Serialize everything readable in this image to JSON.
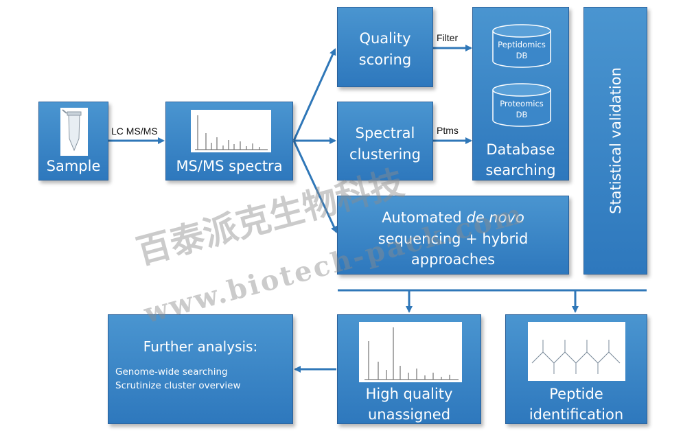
{
  "nodes": {
    "sample": "Sample",
    "msms": "MS/MS spectra",
    "quality_1": "Quality",
    "quality_2": "scoring",
    "spectral_1": "Spectral",
    "spectral_2": "clustering",
    "db_1": "Database",
    "db_2": "searching",
    "cyl_pep_1": "Peptidomics",
    "cyl_pep_2": "DB",
    "cyl_prot_1": "Proteomics",
    "cyl_prot_2": "DB",
    "statistical": "Statistical validation",
    "auto_1a": "Automated ",
    "auto_1b": "de novo",
    "auto_2": "sequencing + hybrid",
    "auto_3": "approaches",
    "further_title": "Further analysis:",
    "further_1": "Genome-wide searching",
    "further_2": "Scrutinize cluster overview",
    "hq_1": "High quality",
    "hq_2": "unassigned",
    "pep_1": "Peptide",
    "pep_2": "identification"
  },
  "edges": {
    "lcms": "LC MS/MS",
    "filter": "Filter",
    "ptms": "Ptms"
  },
  "watermark": {
    "line1": "百泰派克生物科技",
    "line2": "www.biotech-pack.com"
  },
  "colors": {
    "box_fill": "#3a86c8",
    "arrow": "#2f77b8"
  }
}
